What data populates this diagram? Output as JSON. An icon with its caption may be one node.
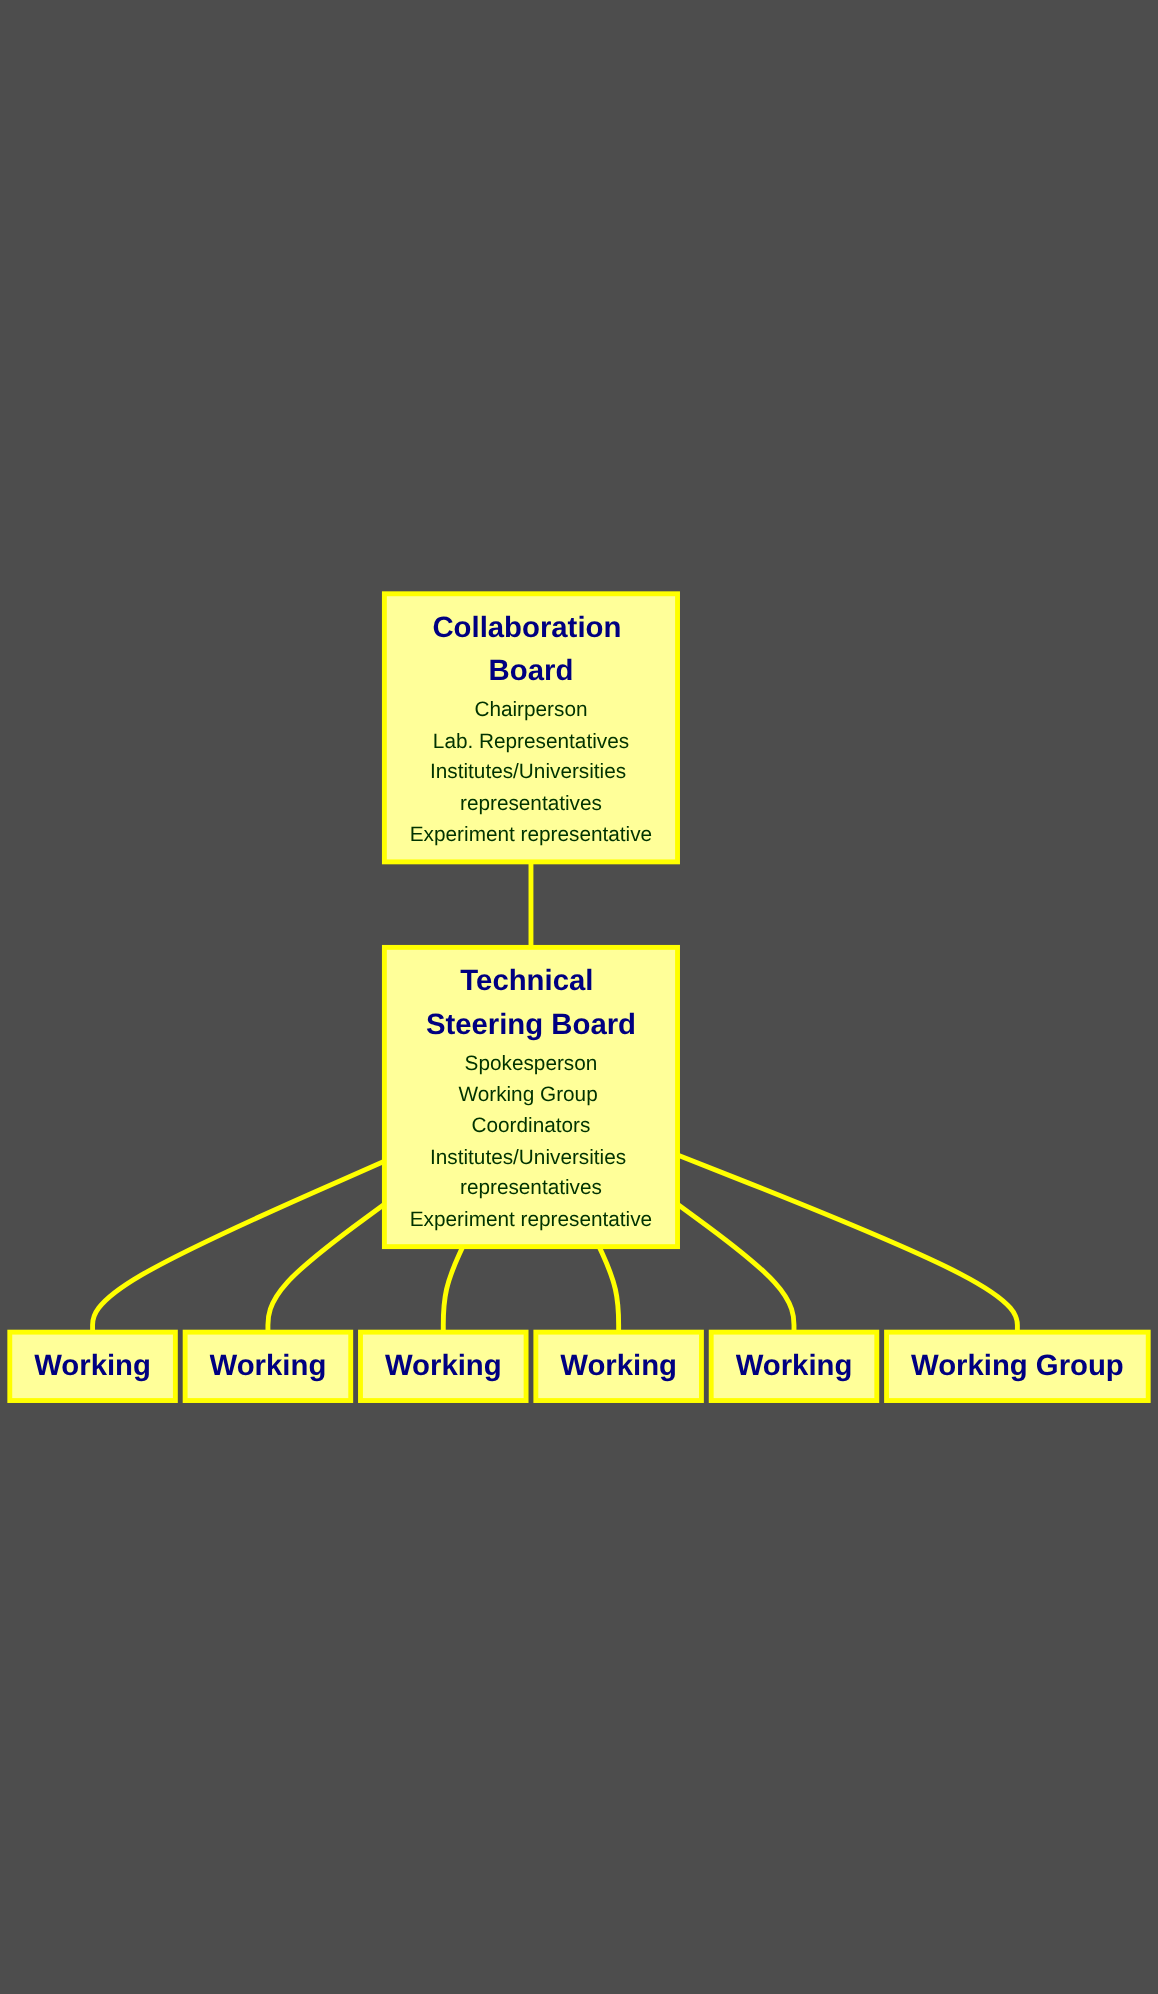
{
  "diagram": {
    "nodes": [
      {
        "text": [
          "Collaboration Board",
          "Chairperson",
          "Lab. Representatives",
          "Institutes/Universities representatives",
          "Experiment representative"
        ]
      },
      {
        "text": [
          "Technical Steering Board",
          "Spokesperson",
          "Working Group Coordinators",
          "Institutes/Universities representatives",
          "Experiment representative"
        ]
      },
      {
        "text": [
          "Working"
        ]
      },
      {
        "text": [
          "Working"
        ]
      },
      {
        "text": [
          "Working"
        ]
      },
      {
        "text": [
          "Working"
        ]
      },
      {
        "text": [
          "Working"
        ]
      },
      {
        "text": [
          "Working Group"
        ]
      }
    ],
    "edges": [
      {
        "from": 0,
        "to": 1,
        "arrow": "none"
      },
      {
        "from": 1,
        "to": 2,
        "arrow": "none"
      },
      {
        "from": 1,
        "to": 3,
        "arrow": "none"
      },
      {
        "from": 1,
        "to": 4,
        "arrow": "none"
      },
      {
        "from": 1,
        "to": 5,
        "arrow": "none"
      },
      {
        "from": 1,
        "to": 6,
        "arrow": "none"
      },
      {
        "from": 1,
        "to": 7,
        "arrow": "none"
      }
    ]
  }
}
